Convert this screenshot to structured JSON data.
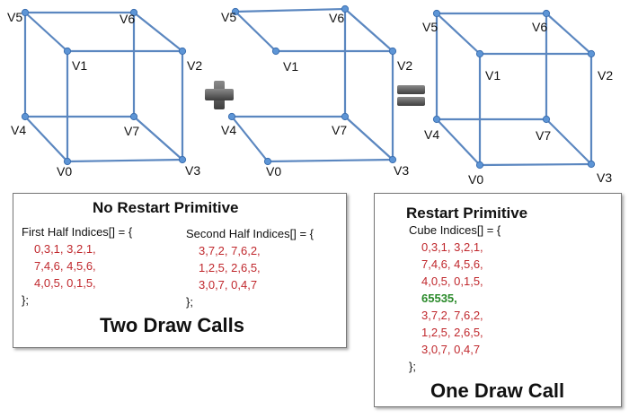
{
  "cube_labels": {
    "cube1": [
      "V5",
      "V6",
      "V1",
      "V2",
      "V4",
      "V7",
      "V0",
      "V3"
    ],
    "cube2": [
      "V5",
      "V6",
      "V1",
      "V2",
      "V4",
      "V7",
      "V0",
      "V3"
    ],
    "cube3": [
      "V5",
      "V6",
      "V1",
      "V2",
      "V4",
      "V7",
      "V0",
      "V3"
    ]
  },
  "no_restart": {
    "title": "No Restart Primitive",
    "first_header": "First Half Indices[] = {",
    "first_rows": [
      "0,3,1,  3,2,1,",
      "7,4,6,  4,5,6,",
      "4,0,5,  0,1,5,"
    ],
    "first_close": "};",
    "second_header": "Second Half Indices[] = {",
    "second_rows": [
      "3,7,2,  7,6,2,",
      "1,2,5,  2,6,5,",
      "3,0,7,  0,4,7"
    ],
    "second_close": "};",
    "calls": "Two Draw Calls"
  },
  "restart": {
    "title": "Restart Primitive",
    "header": "Cube Indices[] = {",
    "rows_before": [
      "0,3,1,  3,2,1,",
      "7,4,6,  4,5,6,",
      "4,0,5,  0,1,5,"
    ],
    "restart_value": "65535,",
    "rows_after": [
      "3,7,2,  7,6,2,",
      "1,2,5,  2,6,5,",
      "3,0,7,  0,4,7"
    ],
    "close": "};",
    "calls": "One Draw Call"
  },
  "colors": {
    "edge": "#5b87c0",
    "vertex": "#5d95d6",
    "index_text": "#c0282d",
    "restart_value": "#2a8a2a",
    "operator": "#555555"
  }
}
